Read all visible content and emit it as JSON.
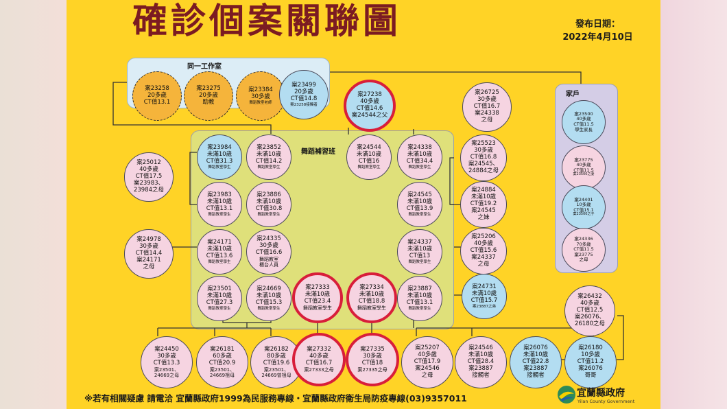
{
  "title": "確診個案關聯圖",
  "pubdate": {
    "label": "發布日期：",
    "date": "2022年4月10日"
  },
  "groups": {
    "studio": "同一工作室",
    "dance": "舞蹈補習班",
    "house": "家戶"
  },
  "cases": {
    "c23258": {
      "lines": [
        "案23258",
        "20多歲",
        "CT值13.1"
      ]
    },
    "c23275": {
      "lines": [
        "案23275",
        "20多歲",
        "助教"
      ]
    },
    "c23384": {
      "lines": [
        "案23384",
        "30多歲",
        "舞蹈教室老師"
      ]
    },
    "c23499": {
      "lines": [
        "案23499",
        "20多歲",
        "CT值14.8",
        "案23258接觸者"
      ]
    },
    "c27238": {
      "lines": [
        "案27238",
        "40多歲",
        "CT值14.6",
        "案24544之父"
      ]
    },
    "c26725": {
      "lines": [
        "案26725",
        "30多歲",
        "CT值16.7",
        "案24338",
        "之母"
      ]
    },
    "c25012": {
      "lines": [
        "案25012",
        "40多歲",
        "CT值17.5",
        "案23983、",
        "23984之母"
      ]
    },
    "c23984": {
      "lines": [
        "案23984",
        "未滿10歲",
        "CT值31.3",
        "舞蹈教室學生"
      ]
    },
    "c23852": {
      "lines": [
        "案23852",
        "未滿10歲",
        "CT值14.2",
        "舞蹈教室學生"
      ]
    },
    "c24544": {
      "lines": [
        "案24544",
        "未滿10歲",
        "CT值16",
        "舞蹈教室學生"
      ]
    },
    "c24338": {
      "lines": [
        "案24338",
        "未滿10歲",
        "CT值34.4",
        "舞蹈教室學生"
      ]
    },
    "c25523": {
      "lines": [
        "案25523",
        "30多歲",
        "CT值16.8",
        "案24545、",
        "24884之母"
      ]
    },
    "c23983": {
      "lines": [
        "案23983",
        "未滿10歲",
        "CT值13.1",
        "舞蹈教室學生"
      ]
    },
    "c23886": {
      "lines": [
        "案23886",
        "未滿10歲",
        "CT值30.8",
        "舞蹈教室學生"
      ]
    },
    "c24545": {
      "lines": [
        "案24545",
        "未滿10歲",
        "CT值13.9",
        "舞蹈教室學生"
      ]
    },
    "c24884": {
      "lines": [
        "案24884",
        "未滿10歲",
        "CT值19.2",
        "案24545",
        "之妹"
      ]
    },
    "c24978": {
      "lines": [
        "案24978",
        "30多歲",
        "CT值14.4",
        "案24171",
        "之母"
      ]
    },
    "c24171": {
      "lines": [
        "案24171",
        "未滿10歲",
        "CT值13.6",
        "舞蹈教室學生"
      ]
    },
    "c24335": {
      "lines": [
        "案24335",
        "30多歲",
        "CT值16.6",
        "舞蹈教室",
        "櫃台人員"
      ]
    },
    "c24337": {
      "lines": [
        "案24337",
        "未滿10歲",
        "CT值13",
        "舞蹈教室學生"
      ]
    },
    "c25206": {
      "lines": [
        "案25206",
        "40多歲",
        "CT值15.6",
        "案24337",
        "之母"
      ]
    },
    "c23501": {
      "lines": [
        "案23501",
        "未滿10歲",
        "CT值27.3",
        "舞蹈教室學生"
      ]
    },
    "c24669": {
      "lines": [
        "案24669",
        "未滿10歲",
        "CT值15.3",
        "舞蹈教室學生"
      ]
    },
    "c27333": {
      "lines": [
        "案27333",
        "未滿10歲",
        "CT值23.4",
        "舞蹈教室學生"
      ]
    },
    "c27334": {
      "lines": [
        "案27334",
        "未滿10歲",
        "CT值18.8",
        "舞蹈教室學生"
      ]
    },
    "c23887": {
      "lines": [
        "案23887",
        "未滿10歲",
        "CT值13.1",
        "舞蹈教室學生"
      ]
    },
    "c24731": {
      "lines": [
        "案24731",
        "未滿10歲",
        "CT值15.7",
        "案23887之弟"
      ]
    },
    "c23500": {
      "lines": [
        "案23500",
        "40多歲",
        "CT值11.5",
        "學生家長"
      ]
    },
    "c23775": {
      "lines": [
        "案23775",
        "40多歲",
        "CT值11.5",
        "案23500之妻"
      ]
    },
    "c24401": {
      "lines": [
        "案24401",
        "10多歲",
        "CT值15.1",
        "案23500之子"
      ]
    },
    "c24336": {
      "lines": [
        "案24336",
        "70多歲",
        "CT值11.5",
        "案23775",
        "之母"
      ]
    },
    "c26432": {
      "lines": [
        "案26432",
        "40多歲",
        "CT值12.5",
        "案26076、",
        "26180之母"
      ]
    },
    "c24450": {
      "lines": [
        "案24450",
        "30多歲",
        "CT值13.3",
        "案23501、",
        "24669之母"
      ]
    },
    "c26181": {
      "lines": [
        "案26181",
        "60多歲",
        "CT值20.9",
        "案23501、",
        "24669祖母"
      ]
    },
    "c26182": {
      "lines": [
        "案26182",
        "80多歲",
        "CT值19.6",
        "案23501、",
        "24669曾祖母"
      ]
    },
    "c27332": {
      "lines": [
        "案27332",
        "40多歲",
        "CT值16.7",
        "案27333之母"
      ]
    },
    "c27335": {
      "lines": [
        "案27335",
        "30多歲",
        "CT值18",
        "案27335之母"
      ]
    },
    "c25207": {
      "lines": [
        "案25207",
        "40多歲",
        "CT值17.9",
        "案24546",
        "之母"
      ]
    },
    "c24546": {
      "lines": [
        "案24546",
        "未滿10歲",
        "CT值28.4",
        "案23887",
        "接觸者"
      ]
    },
    "c26076": {
      "lines": [
        "案26076",
        "未滿10歲",
        "CT值22.8",
        "案23887",
        "接觸者"
      ]
    },
    "c26180": {
      "lines": [
        "案26180",
        "10多歲",
        "CT值11.2",
        "案26076",
        "哥哥"
      ]
    }
  },
  "footer": "※若有相關疑慮 請電洽 宜蘭縣政府1999為民服務專線・宜蘭縣政府衛生局防疫專線(03)9357011",
  "logo": {
    "name": "宜蘭縣政府",
    "en": "Yilan County Government"
  },
  "colors": {
    "poster": "#ffd326",
    "title": "#7b1b22",
    "pink": "#f6d4e1",
    "blue": "#b3ddf1",
    "orange": "#f5b43b",
    "highlight": "#d81e3a"
  }
}
